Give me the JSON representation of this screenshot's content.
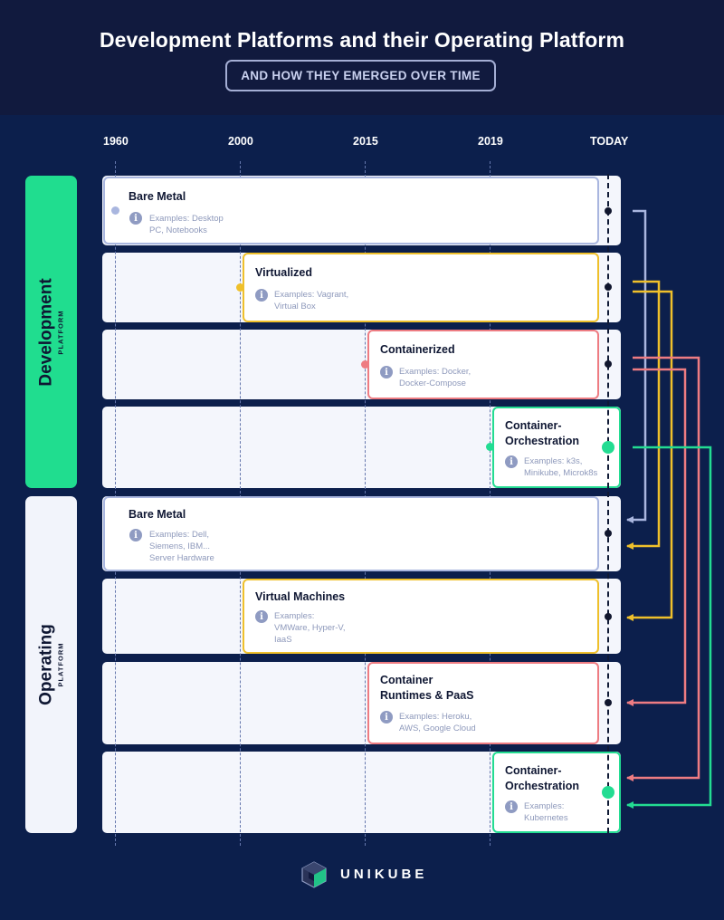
{
  "title": "Development Platforms and their Operating Platform",
  "subtitle": "AND HOW THEY EMERGED OVER TIME",
  "timeline": [
    "1960",
    "2000",
    "2015",
    "2019",
    "TODAY"
  ],
  "groups": {
    "development": {
      "label": "Development",
      "sub": "PLATFORM",
      "color": "#20dd8f"
    },
    "operating": {
      "label": "Operating",
      "sub": "PLATFORM",
      "color": "#f2f4fb"
    }
  },
  "rows": [
    {
      "title": "Bare Metal",
      "examples_label": "Examples:",
      "examples": "Desktop PC, Notebooks",
      "ex_lines": [
        "Examples: Desktop",
        "PC, Notebooks"
      ],
      "color": "#a9b6df",
      "era": "1960"
    },
    {
      "title": "Virtualized",
      "examples_label": "Examples:",
      "examples": "Vagrant, Virtual Box",
      "ex_lines": [
        "Examples: Vagrant,",
        "Virtual Box"
      ],
      "color": "#efc02b",
      "era": "2000"
    },
    {
      "title": "Containerized",
      "examples_label": "Examples:",
      "examples": "Docker, Docker-Compose",
      "ex_lines": [
        "Examples: Docker,",
        "Docker-Compose"
      ],
      "color": "#ee7c82",
      "era": "2015"
    },
    {
      "title": "Container-\nOrchestration",
      "title_lines": [
        "Container-",
        "Orchestration"
      ],
      "examples_label": "Examples:",
      "examples": "k3s, Minikube, Microk8s",
      "ex_lines": [
        "Examples: k3s,",
        "Minikube, Microk8s"
      ],
      "color": "#23dc92",
      "era": "2019"
    },
    {
      "title": "Bare Metal",
      "examples_label": "Examples:",
      "examples": "Dell, Siemens, IBM... Server Hardware",
      "ex_lines": [
        "Examples: Dell,",
        "Siemens, IBM...",
        "Server Hardware"
      ],
      "color": "#a9b6df",
      "era": "1960"
    },
    {
      "title": "Virtual Machines",
      "examples_label": "Examples:",
      "examples": "VMWare, Hyper-V, IaaS",
      "ex_lines": [
        "Examples:",
        "VMWare, Hyper-V,",
        "IaaS"
      ],
      "color": "#efc02b",
      "era": "2000"
    },
    {
      "title": "Container\nRuntimes & PaaS",
      "title_lines": [
        "Container",
        "Runtimes & PaaS"
      ],
      "examples_label": "Examples:",
      "examples": "Heroku, AWS, Google Cloud",
      "ex_lines": [
        "Examples: Heroku,",
        "AWS, Google Cloud"
      ],
      "color": "#ee7c82",
      "era": "2015"
    },
    {
      "title": "Container-\nOrchestration",
      "title_lines": [
        "Container-",
        "Orchestration"
      ],
      "examples_label": "Examples:",
      "examples": "Kubernetes",
      "ex_lines": [
        "Examples:",
        "Kubernetes"
      ],
      "color": "#23dc92",
      "era": "2019"
    }
  ],
  "connections": [
    {
      "from": "Bare Metal (Development)",
      "to": "Bare Metal (Operating)",
      "color": "#a9b6df"
    },
    {
      "from": "Virtualized",
      "to": "Bare Metal (Operating)",
      "color": "#efc02b"
    },
    {
      "from": "Virtualized",
      "to": "Virtual Machines",
      "color": "#efc02b"
    },
    {
      "from": "Containerized",
      "to": "Container Runtimes & PaaS",
      "color": "#ee7c82"
    },
    {
      "from": "Containerized",
      "to": "Container-Orchestration (Operating)",
      "color": "#ee7c82"
    },
    {
      "from": "Container-Orchestration (Development)",
      "to": "Container-Orchestration (Operating)",
      "color": "#23dc92"
    }
  ],
  "logo": {
    "text": "UNIKUBE"
  },
  "colors": {
    "background": "#0c1f4c",
    "header": "#111a3e"
  }
}
